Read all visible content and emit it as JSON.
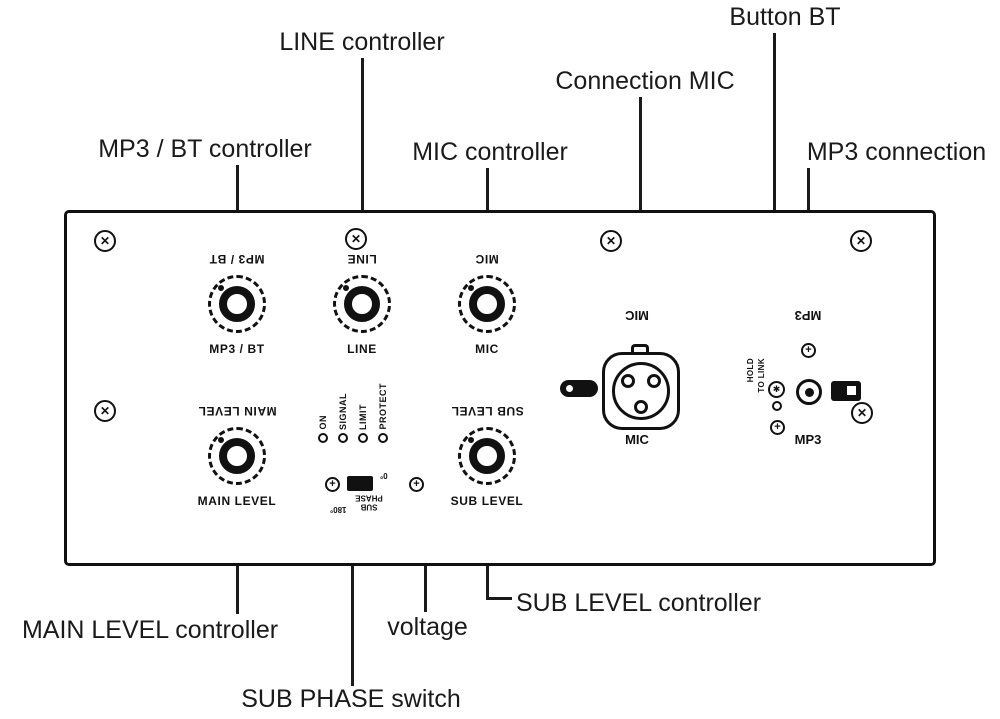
{
  "icons": {
    "screw_x": "✕",
    "screw_plus": "+",
    "bt_button": "✱"
  },
  "callouts": {
    "button_bt": "Button BT",
    "connection_mic": "Connection MIC",
    "line_controller": "LINE controller",
    "mp3_bt_controller": "MP3 / BT controller",
    "mic_controller": "MIC controller",
    "mp3_connection": "MP3 connection",
    "main_level_controller": "MAIN LEVEL controller",
    "voltage": "voltage",
    "sub_level_controller": "SUB LEVEL controller",
    "sub_phase_switch": "SUB PHASE switch"
  },
  "panel": {
    "knobs": {
      "mp3_bt": "MP3 / BT",
      "line": "LINE",
      "mic": "MIC",
      "main_level": "MAIN LEVEL",
      "sub_level": "SUB LEVEL"
    },
    "leds": [
      "ON",
      "SIGNAL",
      "LIMIT",
      "PROTECT"
    ],
    "sub_phase": {
      "line1": "SUB",
      "line2": "PHASE",
      "deg0": "0°",
      "deg180": "180°"
    },
    "mic_connector_label": "MIC",
    "mp3": {
      "label": "MP3",
      "hold": "HOLD",
      "to_link": "TO LINK"
    }
  },
  "colors": {
    "ink": "#1a1a1a",
    "background": "#ffffff"
  }
}
